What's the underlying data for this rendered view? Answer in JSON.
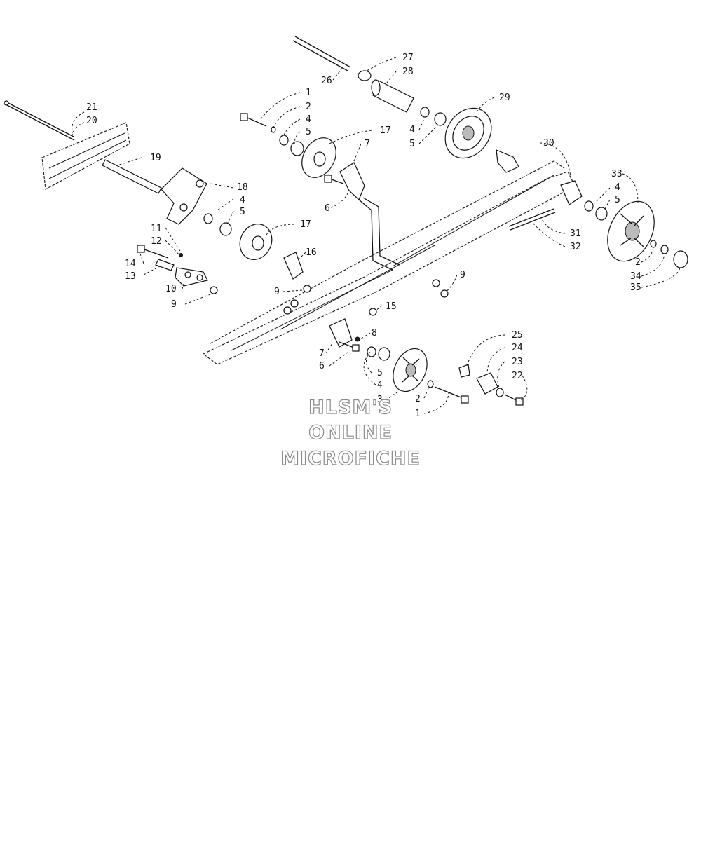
{
  "diagram": {
    "callouts": [
      {
        "key": "c21",
        "text": "21"
      },
      {
        "key": "c20",
        "text": "20"
      },
      {
        "key": "c19",
        "text": "19"
      },
      {
        "key": "c18",
        "text": "18"
      },
      {
        "key": "c4a",
        "text": "4"
      },
      {
        "key": "c5a",
        "text": "5"
      },
      {
        "key": "c17a",
        "text": "17"
      },
      {
        "key": "c11",
        "text": "11"
      },
      {
        "key": "c12",
        "text": "12"
      },
      {
        "key": "c14",
        "text": "14"
      },
      {
        "key": "c13",
        "text": "13"
      },
      {
        "key": "c10",
        "text": "10"
      },
      {
        "key": "c9a",
        "text": "9"
      },
      {
        "key": "c26",
        "text": "26"
      },
      {
        "key": "c27",
        "text": "27"
      },
      {
        "key": "c28",
        "text": "28"
      },
      {
        "key": "c1a",
        "text": "1"
      },
      {
        "key": "c2a",
        "text": "2"
      },
      {
        "key": "c4b",
        "text": "4"
      },
      {
        "key": "c5b",
        "text": "5"
      },
      {
        "key": "c17b",
        "text": "17"
      },
      {
        "key": "c7a",
        "text": "7"
      },
      {
        "key": "c6a",
        "text": "6"
      },
      {
        "key": "c29",
        "text": "29"
      },
      {
        "key": "c4c",
        "text": "4"
      },
      {
        "key": "c5c",
        "text": "5"
      },
      {
        "key": "c30",
        "text": "30"
      },
      {
        "key": "c33",
        "text": "33"
      },
      {
        "key": "c4d",
        "text": "4"
      },
      {
        "key": "c5d",
        "text": "5"
      },
      {
        "key": "c31",
        "text": "31"
      },
      {
        "key": "c32",
        "text": "32"
      },
      {
        "key": "c2b",
        "text": "2"
      },
      {
        "key": "c34",
        "text": "34"
      },
      {
        "key": "c35",
        "text": "35"
      },
      {
        "key": "c16",
        "text": "16"
      },
      {
        "key": "c9b",
        "text": "9"
      },
      {
        "key": "c9c",
        "text": "9"
      },
      {
        "key": "c15",
        "text": "15"
      },
      {
        "key": "c8",
        "text": "8"
      },
      {
        "key": "c7b",
        "text": "7"
      },
      {
        "key": "c6b",
        "text": "6"
      },
      {
        "key": "c5e",
        "text": "5"
      },
      {
        "key": "c4e",
        "text": "4"
      },
      {
        "key": "c3",
        "text": "3"
      },
      {
        "key": "c2c",
        "text": "2"
      },
      {
        "key": "c1b",
        "text": "1"
      },
      {
        "key": "c25",
        "text": "25"
      },
      {
        "key": "c24",
        "text": "24"
      },
      {
        "key": "c23",
        "text": "23"
      },
      {
        "key": "c22",
        "text": "22"
      }
    ]
  },
  "watermark": {
    "line1": "HLSM'S",
    "line2": "ONLINE",
    "line3": "MICROFICHE"
  }
}
